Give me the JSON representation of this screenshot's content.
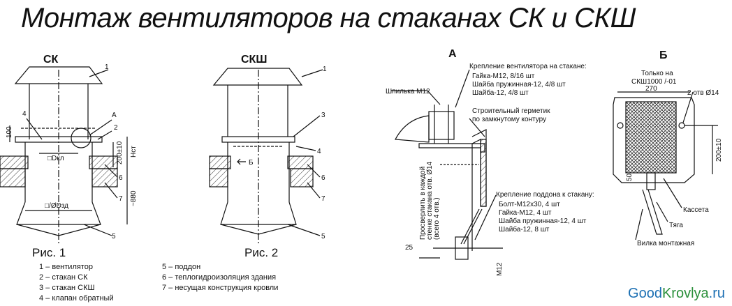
{
  "title": "Монтаж вентиляторов на стаканах СК и СКШ",
  "fig1": {
    "label": "СК",
    "caption": "Рис. 1",
    "callouts": [
      "1",
      "4",
      "A",
      "2",
      "6",
      "7",
      "5"
    ],
    "dims": {
      "d100": "100",
      "dkn": "□Dкл",
      "dim200": "200±10",
      "hst": "Нст",
      "d880": "~880",
      "dsd": "□/ØDзд"
    }
  },
  "fig2": {
    "label": "СКШ",
    "caption": "Рис. 2",
    "callouts": [
      "1",
      "3",
      "4",
      "6",
      "7",
      "5"
    ],
    "flow": "Б"
  },
  "detailA": {
    "label": "А",
    "stud": "Шпилька М12",
    "mount_title": "Крепление вентилятора на стакане:",
    "mount_items": [
      "Гайка-М12, 8/16 шт",
      "Шайба пружинная-12, 4/8 шт",
      "Шайба-12, 4/8 шт"
    ],
    "sealant": [
      "Строительный герметик",
      "по замкнутому контуру"
    ],
    "drill": [
      "Просверлить в каждой",
      "стенке стакана отв. Ø14",
      "(всего 4 отв.)"
    ],
    "tray_title": "Крепление поддона к стакану:",
    "tray_items": [
      "Болт-М12х30, 4 шт",
      "Гайка-М12, 4 шт",
      "Шайба пружинная-12, 4 шт",
      "Шайба-12, 8 шт"
    ],
    "dim25": "25",
    "m12": "М12"
  },
  "detailB": {
    "label": "Б",
    "note": [
      "Только на",
      "СКШ1000 /-01"
    ],
    "w270": "270",
    "holes": "2 отв Ø14",
    "h200": "200±10",
    "d50": "50",
    "cassette": "Кассета",
    "rod": "Тяга",
    "fork": "Вилка монтажная"
  },
  "legend": {
    "col1": [
      "1 – вентилятор",
      "2 – стакан СК",
      "3 – стакан СКШ",
      "4 – клапан обратный"
    ],
    "col2": [
      "5 – поддон",
      "6 – теплогидроизоляция здания",
      "7 – несущая конструкция кровли"
    ]
  },
  "watermark": {
    "a": "Good",
    "b": "Krovlya",
    ".ru": ".ru"
  }
}
